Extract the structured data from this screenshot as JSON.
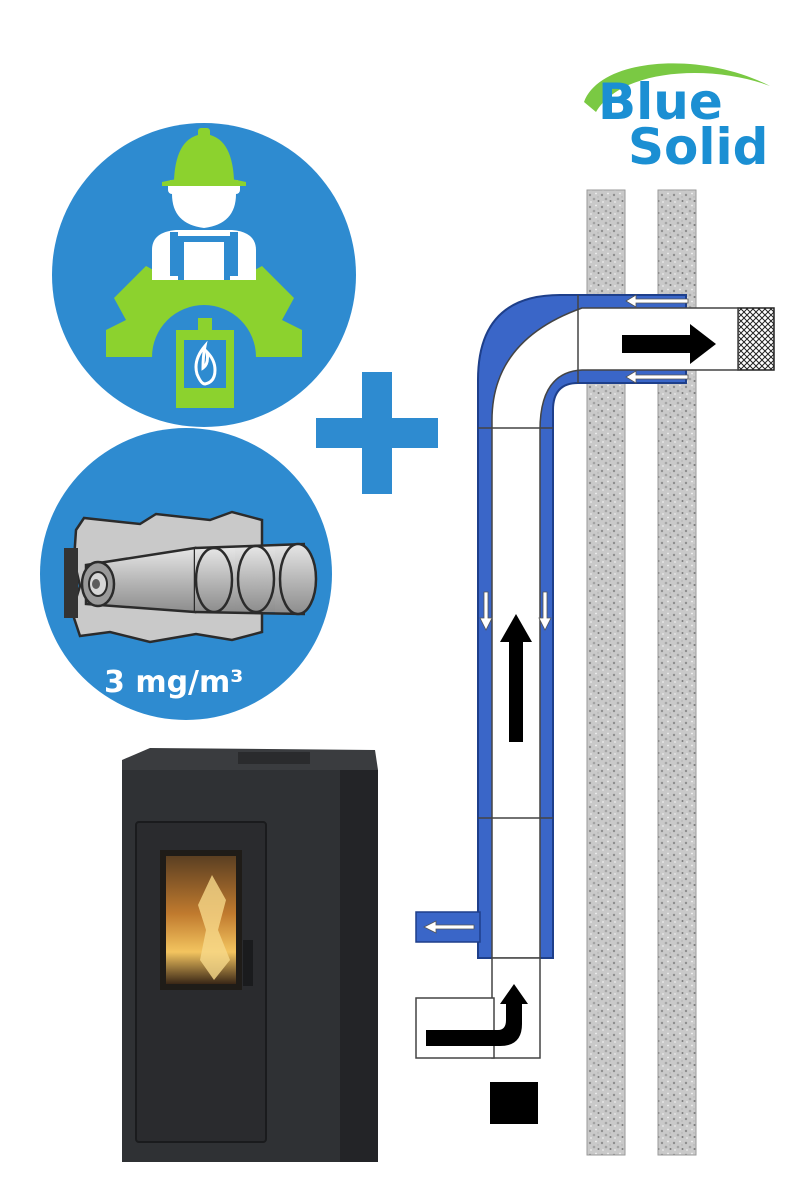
{
  "brand": {
    "line1": "Blue",
    "line2": "Solid",
    "text_color": "#1b8fd3",
    "swoosh_color": "#7ac943"
  },
  "service_badge": {
    "icon": "engineer-gear-stove-icon",
    "circle_color": "#2e8bd0",
    "accent_color": "#8cd22e"
  },
  "filter_badge": {
    "icon": "particle-filter-icon",
    "emission_label": "3 mg/m³",
    "circle_color": "#2e8bd0"
  },
  "plus_sign": {
    "icon": "plus-icon",
    "color": "#2e8bd0"
  },
  "stove": {
    "icon": "pellet-stove-icon",
    "body_color": "#2f3134"
  },
  "flue_diagram": {
    "icon": "coaxial-flue-diagram-icon",
    "air_duct_color": "#3a66c8",
    "wall_color": "#bcbcbc",
    "flow_arrow_color": "#000000",
    "air_arrow_color": "#ffffff"
  }
}
